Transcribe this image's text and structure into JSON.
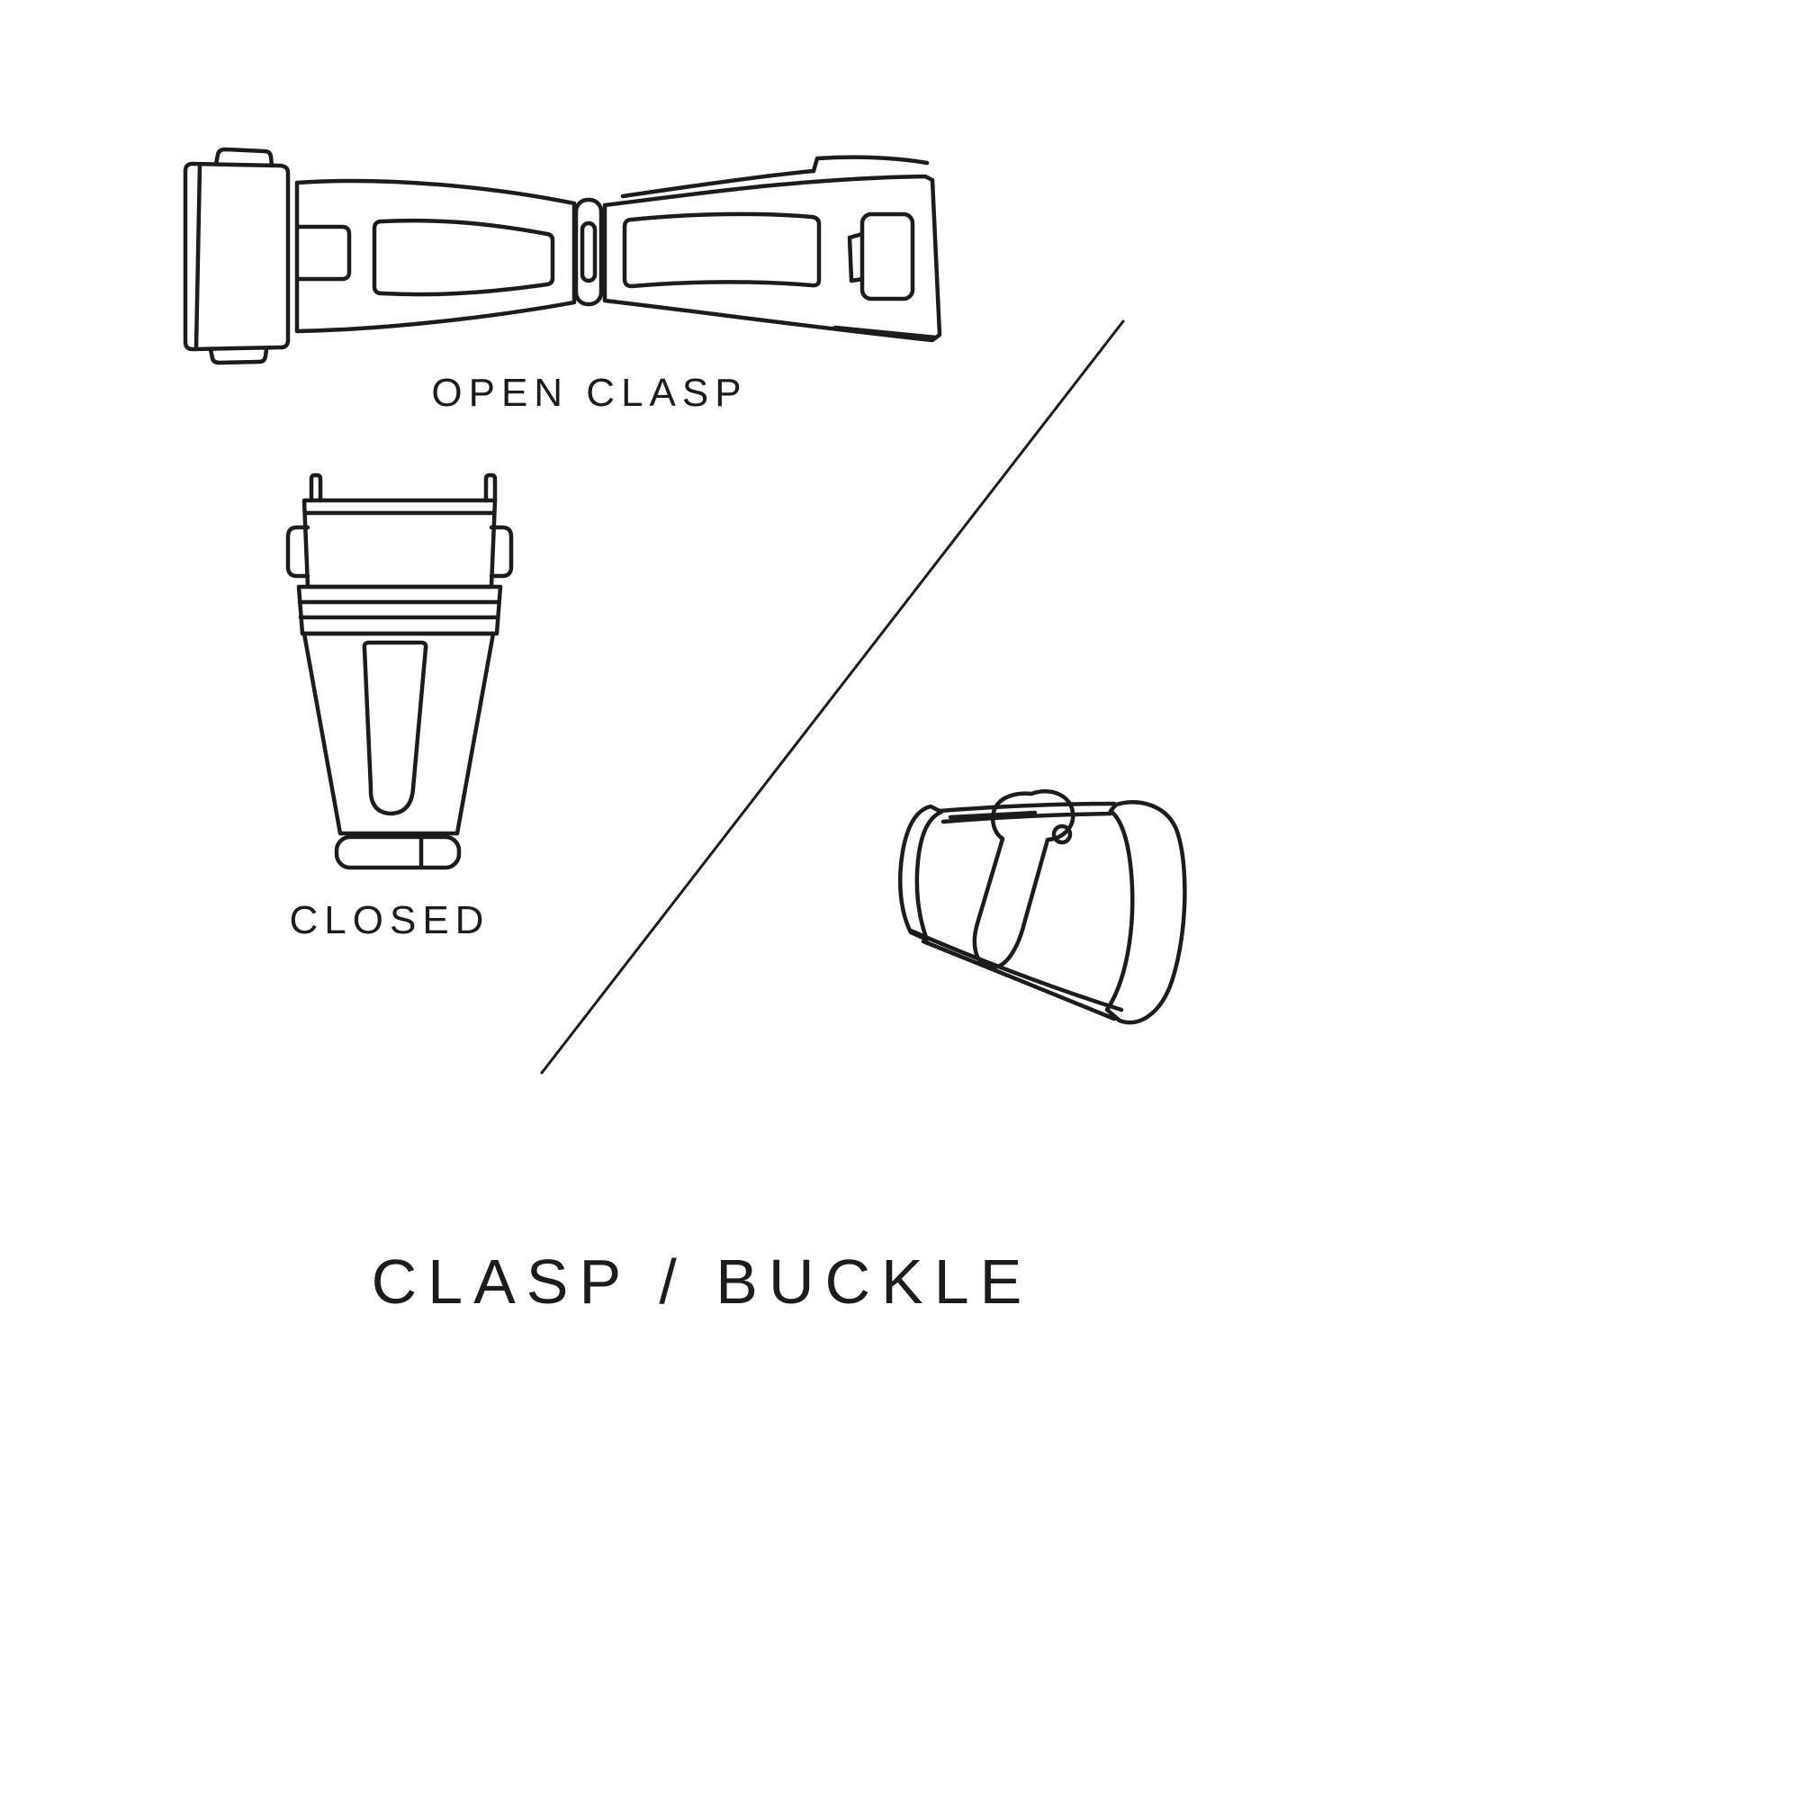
{
  "page": {
    "background": "#ffffff",
    "ink_color": "#1c1c1c",
    "title": "CLASP / BUCKLE"
  },
  "figures": {
    "open_clasp": {
      "label": "OPEN CLASP",
      "icon": "open-clasp-illustration"
    },
    "closed_clasp": {
      "label": "CLOSED",
      "icon": "closed-clasp-illustration"
    },
    "buckle": {
      "icon": "buckle-illustration"
    },
    "divider": {
      "icon": "diagonal-divider-line"
    }
  }
}
